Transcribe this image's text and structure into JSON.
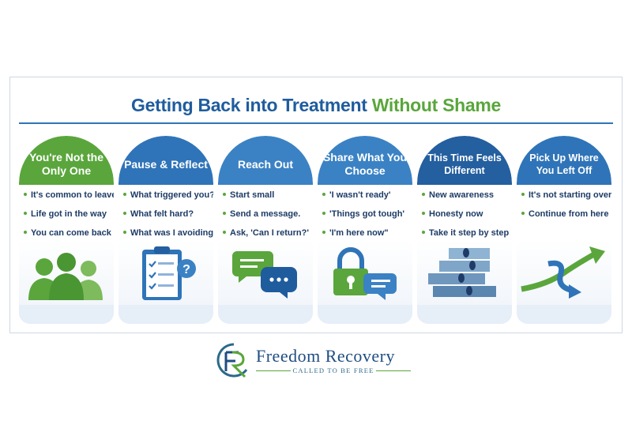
{
  "header": {
    "title_main": "Getting Back into Treatment ",
    "title_accent": "Without Shame",
    "colors": {
      "blue": "#1f5c9e",
      "green": "#5aa63c"
    }
  },
  "cards": [
    {
      "title": "You're Not the Only One",
      "color": "#5aa63c",
      "bullets": [
        "It's common to leave",
        "Life got in the way",
        "You can come back"
      ],
      "icon": "people-icon"
    },
    {
      "title": "Pause & Reflect",
      "color": "#2f74b8",
      "bullets": [
        "What triggered you?",
        "What felt hard?",
        "What was I avoiding?"
      ],
      "icon": "clipboard-checklist-icon"
    },
    {
      "title": "Reach Out",
      "color": "#3b82c4",
      "bullets": [
        "Start small",
        "Send a message.",
        "Ask, 'Can I return?'"
      ],
      "icon": "chat-bubbles-icon"
    },
    {
      "title": "Share What You Choose",
      "color": "#3b82c4",
      "bullets": [
        "'I wasn't ready'",
        "'Things got tough'",
        "'I'm here now\""
      ],
      "icon": "padlock-message-icon"
    },
    {
      "title": "This Time Feels Different",
      "color": "#245f9f",
      "bullets": [
        "New awareness",
        "Honesty now",
        "Take it step by step"
      ],
      "icon": "steps-footprints-icon"
    },
    {
      "title": "Pick Up Where You Left Off",
      "color": "#2f74b8",
      "bullets": [
        "It's not starting over",
        "Continue from here"
      ],
      "icon": "upward-arrow-icon"
    }
  ],
  "logo": {
    "name": "Freedom Recovery",
    "tagline": "CALLED TO BE FREE",
    "mark": "FR",
    "icon": "fr-monogram-icon"
  }
}
